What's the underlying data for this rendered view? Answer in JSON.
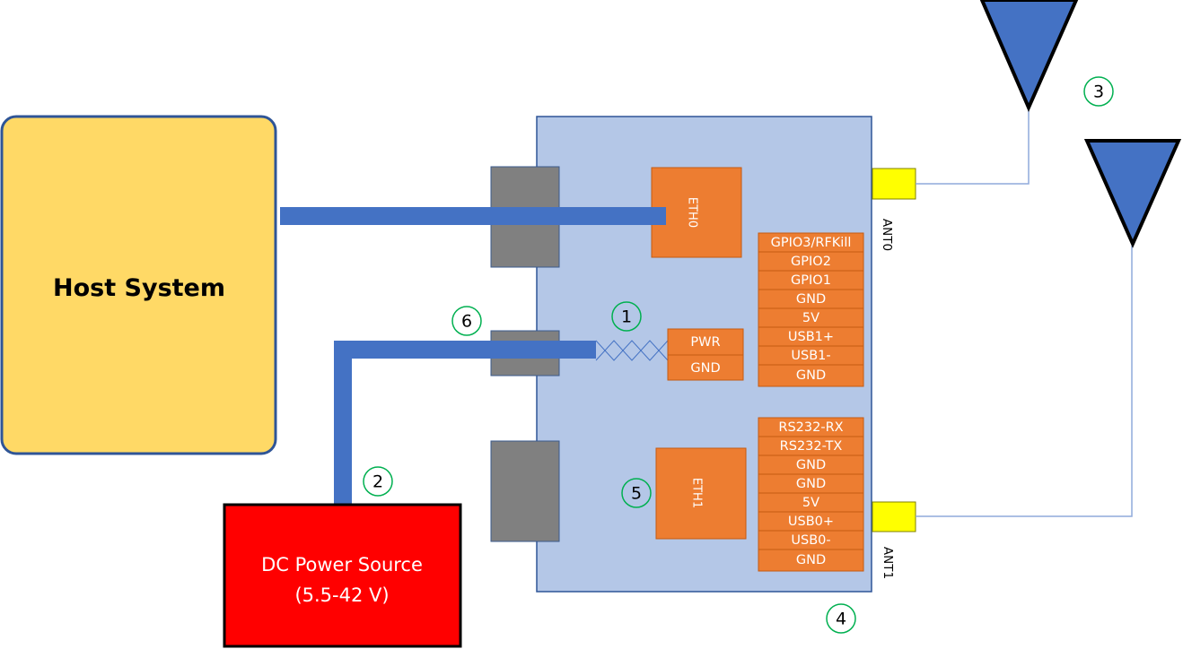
{
  "host": {
    "label": "Host System"
  },
  "dc_power": {
    "line1": "DC Power Source",
    "line2": "(5.5-42 V)"
  },
  "ports": {
    "eth0": "ETH0",
    "eth1": "ETH1",
    "pwr": "PWR",
    "gnd": "GND"
  },
  "antennas": {
    "ant0": "ANT0",
    "ant1": "ANT1"
  },
  "header_top": [
    "GPIO3/RFKill",
    "GPIO2",
    "GPIO1",
    "GND",
    "5V",
    "USB1+",
    "USB1-",
    "GND"
  ],
  "header_bottom": [
    "RS232-RX",
    "RS232-TX",
    "GND",
    "GND",
    "5V",
    "USB0+",
    "USB0-",
    "GND"
  ],
  "callouts": {
    "c1": "1",
    "c2": "2",
    "c3": "3",
    "c4": "4",
    "c5": "5",
    "c6": "6"
  },
  "colors": {
    "host_fill": "#FFD966",
    "host_stroke": "#2F5597",
    "board_fill": "#B4C7E7",
    "board_stroke": "#2F5597",
    "orange": "#ED7D31",
    "orange_stroke": "#C55A11",
    "cable": "#4472C4",
    "connector": "#808080",
    "sma": "#FFFF00",
    "dc_fill": "#FF0000",
    "callout_stroke": "#00B050"
  }
}
